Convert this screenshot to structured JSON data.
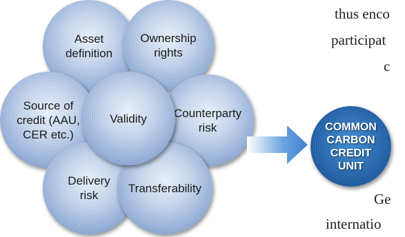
{
  "circles": {
    "asset_definition": "Asset\ndefinition",
    "ownership_rights": "Ownership\nrights",
    "source_of_credit": "Source of\ncredit (AAU,\nCER etc.)",
    "validity": "Validity",
    "counterparty_risk": "Counterparty\nrisk",
    "delivery_risk": "Delivery\nrisk",
    "transferability": "Transferability"
  },
  "result": {
    "label": "COMMON\nCARBON\nCREDIT\nUNIT"
  },
  "side_text": {
    "line1": "thus enco",
    "line2": "participat",
    "line3": "c",
    "line4": "Ge",
    "line5": "internatio"
  },
  "colors": {
    "circle_light": "#e6eef8",
    "circle_dark": "#5f7fb6",
    "arrow": "#4f8fd6",
    "unit_circle": "#1f5ea6"
  }
}
